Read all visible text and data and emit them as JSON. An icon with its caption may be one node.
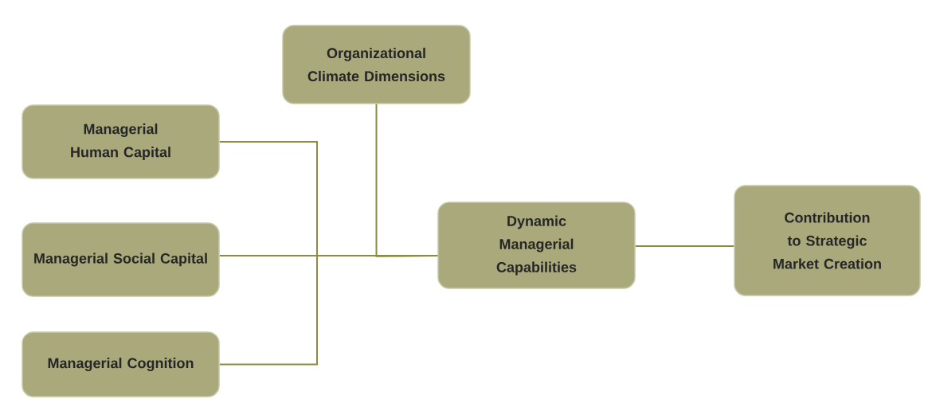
{
  "diagram": {
    "nodes": [
      {
        "text": [
          "Organizational Climate Dimensions"
        ]
      },
      {
        "text": [
          "Managerial Human Capital"
        ]
      },
      {
        "text": [
          "Managerial Social Capital"
        ]
      },
      {
        "text": [
          "Managerial Cognition"
        ]
      },
      {
        "text": [
          "Dynamic Managerial Capabilities"
        ]
      },
      {
        "text": [
          "Contribution to Strategic Market Creation"
        ]
      }
    ],
    "edges": [
      {
        "from": 1,
        "to": 4,
        "arrow": "none"
      },
      {
        "from": 2,
        "to": 4,
        "arrow": "none"
      },
      {
        "from": 3,
        "to": 4,
        "arrow": "none"
      },
      {
        "from": 0,
        "to": 4,
        "arrow": "none"
      },
      {
        "from": 4,
        "to": 5,
        "arrow": "none"
      }
    ]
  }
}
